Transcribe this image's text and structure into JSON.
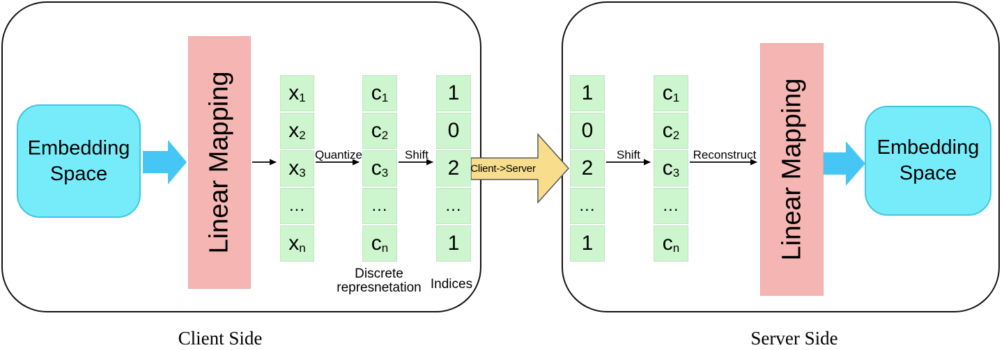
{
  "client_panel": {
    "caption": "Client Side",
    "embedding_box": "Embedding Space",
    "linear_mapping": "Linear Mapping",
    "x_column": {
      "cells": [
        {
          "t": "x",
          "s": "1"
        },
        {
          "t": "x",
          "s": "2"
        },
        {
          "t": "x",
          "s": "3"
        },
        {
          "t": "..."
        },
        {
          "t": "x",
          "s": "n"
        }
      ]
    },
    "c_column": {
      "caption": "Discrete represnetation",
      "cells": [
        {
          "t": "c",
          "s": "1"
        },
        {
          "t": "c",
          "s": "2"
        },
        {
          "t": "c",
          "s": "3"
        },
        {
          "t": "..."
        },
        {
          "t": "c",
          "s": "n"
        }
      ]
    },
    "indices_column": {
      "caption": "Indices",
      "cells": [
        {
          "t": "1"
        },
        {
          "t": "0"
        },
        {
          "t": "2"
        },
        {
          "t": "..."
        },
        {
          "t": "1"
        }
      ]
    },
    "arrow_labels": {
      "quantize": "Quantize",
      "shift": "Shift"
    }
  },
  "transfer_arrow": {
    "label": "Client->Server"
  },
  "server_panel": {
    "caption": "Server Side",
    "indices_column": {
      "cells": [
        {
          "t": "1"
        },
        {
          "t": "0"
        },
        {
          "t": "2"
        },
        {
          "t": "..."
        },
        {
          "t": "1"
        }
      ]
    },
    "c_column": {
      "cells": [
        {
          "t": "c",
          "s": "1"
        },
        {
          "t": "c",
          "s": "2"
        },
        {
          "t": "c",
          "s": "3"
        },
        {
          "t": "..."
        },
        {
          "t": "c",
          "s": "n"
        }
      ]
    },
    "arrow_labels": {
      "shift": "Shift",
      "reconstruct": "Reconstruct"
    },
    "linear_mapping": "Linear Mapping",
    "embedding_box": "Embedding Space"
  },
  "colors": {
    "cyan-fill": "#76ecfa",
    "cyan-border": "#3fc6df",
    "blue-arrow": "#45c6f4",
    "pink-fill": "#f5b5b2",
    "pink-border": "#eba7a5",
    "green-fill": "#cdf6cf",
    "green-border": "#c0e4c2",
    "yellow-fill": "#f8dd8d",
    "yellow-border": "#585858"
  }
}
